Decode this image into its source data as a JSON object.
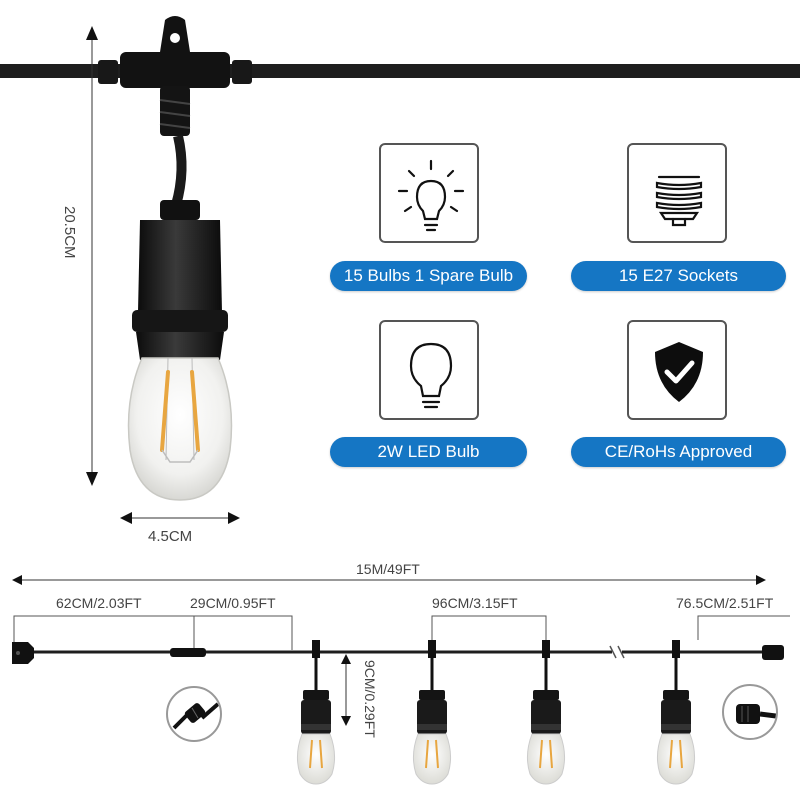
{
  "features": [
    {
      "icon": "lit-bulb-icon",
      "label": "15 Bulbs 1 Spare Bulb"
    },
    {
      "icon": "e27-socket-icon",
      "label": "15 E27 Sockets"
    },
    {
      "icon": "led-bulb-icon",
      "label": "2W LED Bulb"
    },
    {
      "icon": "shield-check-icon",
      "label": "CE/RoHs Approved"
    }
  ],
  "bulb_dimensions": {
    "height": "20.5CM",
    "width": "4.5CM"
  },
  "string_dimensions": {
    "total_length": "15M/49FT",
    "plug_to_connector": "62CM/2.03FT",
    "connector_to_first_bulb": "29CM/0.95FT",
    "bulb_spacing": "96CM/3.15FT",
    "last_bulb_to_end": "76.5CM/2.51FT",
    "drop_length": "9CM/0.29FT"
  },
  "colors": {
    "accent": "#1576c4",
    "cable": "#1e1e1e",
    "filament": "#e8a640"
  }
}
